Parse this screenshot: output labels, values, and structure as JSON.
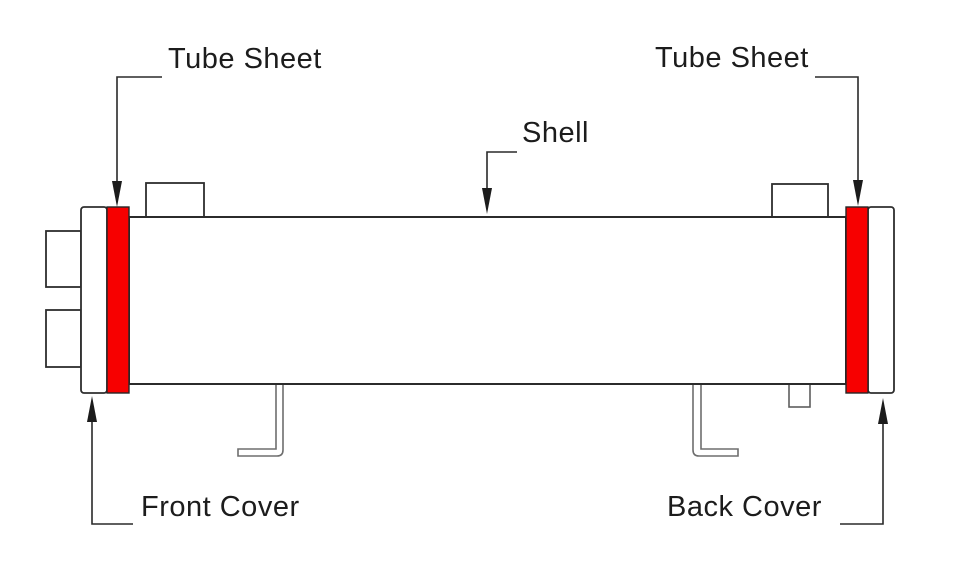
{
  "diagram": {
    "labels": {
      "tube_sheet_left": "Tube Sheet",
      "tube_sheet_right": "Tube Sheet",
      "shell": "Shell",
      "front_cover": "Front Cover",
      "back_cover": "Back Cover"
    },
    "colors": {
      "tube_sheet_fill": "#f70000",
      "outline": "#2e2e2e",
      "support_outline": "#6e6e6e",
      "leader": "#2a2a2a",
      "label_text": "#1c1c1c",
      "background": "#ffffff"
    }
  }
}
